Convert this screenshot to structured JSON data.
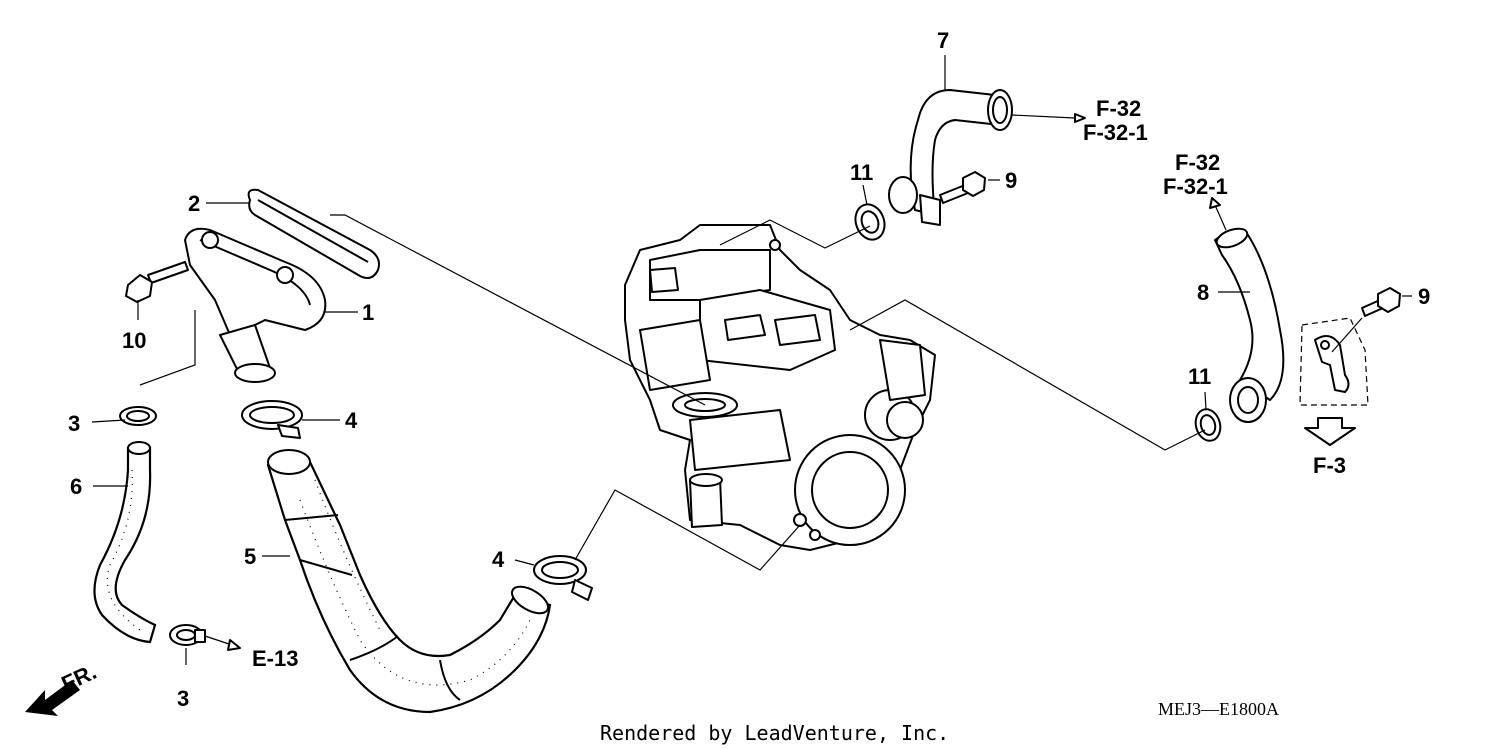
{
  "callouts": {
    "p1": "1",
    "p2": "2",
    "p3a": "3",
    "p3b": "3",
    "p4a": "4",
    "p4b": "4",
    "p5": "5",
    "p6": "6",
    "p7": "7",
    "p8": "8",
    "p9a": "9",
    "p9b": "9",
    "p10": "10",
    "p11a": "11",
    "p11b": "11"
  },
  "references": {
    "top_a": "F-32",
    "top_b": "F-32-1",
    "right_a": "F-32",
    "right_b": "F-32-1",
    "f3": "F-3",
    "e13": "E-13",
    "front": "FR."
  },
  "diagram_code": "MEJ3—E1800A",
  "credit": "Rendered by LeadVenture, Inc."
}
